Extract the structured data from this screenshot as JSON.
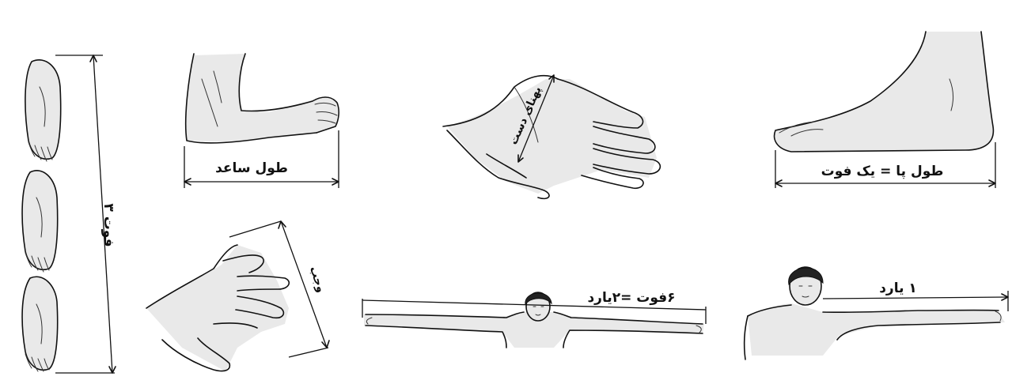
{
  "labels": {
    "three_feet": "۳ فوت",
    "forearm_length": "طول ساعد",
    "hand_width": "پهنای دست",
    "foot_length": "طول پا = یک فوت",
    "span": "وجب",
    "six_feet_two_yards": "۶فوت =۲یارد",
    "one_yard": "۱ یارد"
  }
}
